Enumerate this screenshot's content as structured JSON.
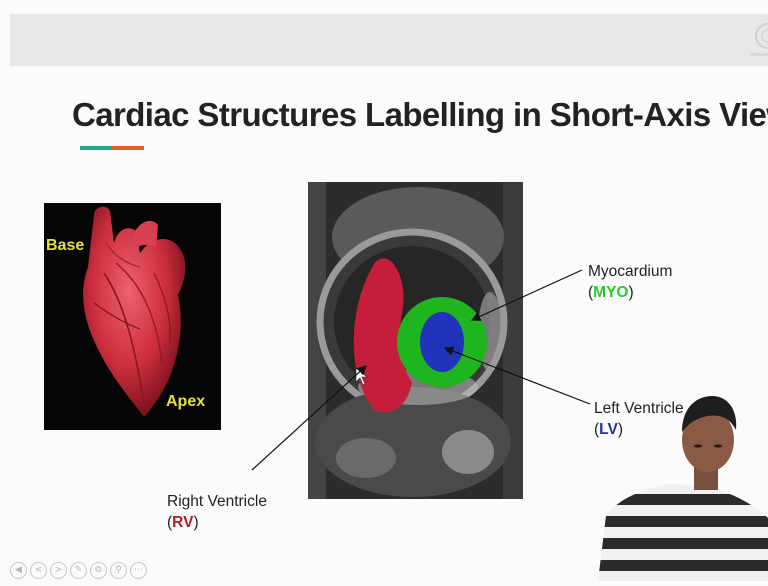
{
  "slide": {
    "title": "Cardiac Structures Labelling in Short-Axis View",
    "accent_colors": [
      "#23a58e",
      "#e0622a"
    ]
  },
  "heart_image": {
    "labels": {
      "base": "Base",
      "apex": "Apex"
    },
    "label_color": "#e4e232"
  },
  "mri_image": {
    "segments": {
      "rv": {
        "color": "#c41e3a"
      },
      "myo": {
        "color": "#1fb51f"
      },
      "lv": {
        "color": "#2233bb"
      }
    }
  },
  "callouts": {
    "myocardium": {
      "name": "Myocardium",
      "abbr": "MYO",
      "color": "#2ec62e"
    },
    "left_ventricle": {
      "name": "Left Ventricle",
      "abbr": "LV",
      "color": "#1f2fb8"
    },
    "right_ventricle": {
      "name": "Right Ventricle",
      "abbr": "RV",
      "color": "#b01e26"
    }
  },
  "navigation": {
    "icons": [
      "first-icon",
      "previous-icon",
      "next-icon",
      "pen-icon",
      "copy-icon",
      "zoom-icon",
      "more-icon"
    ]
  }
}
